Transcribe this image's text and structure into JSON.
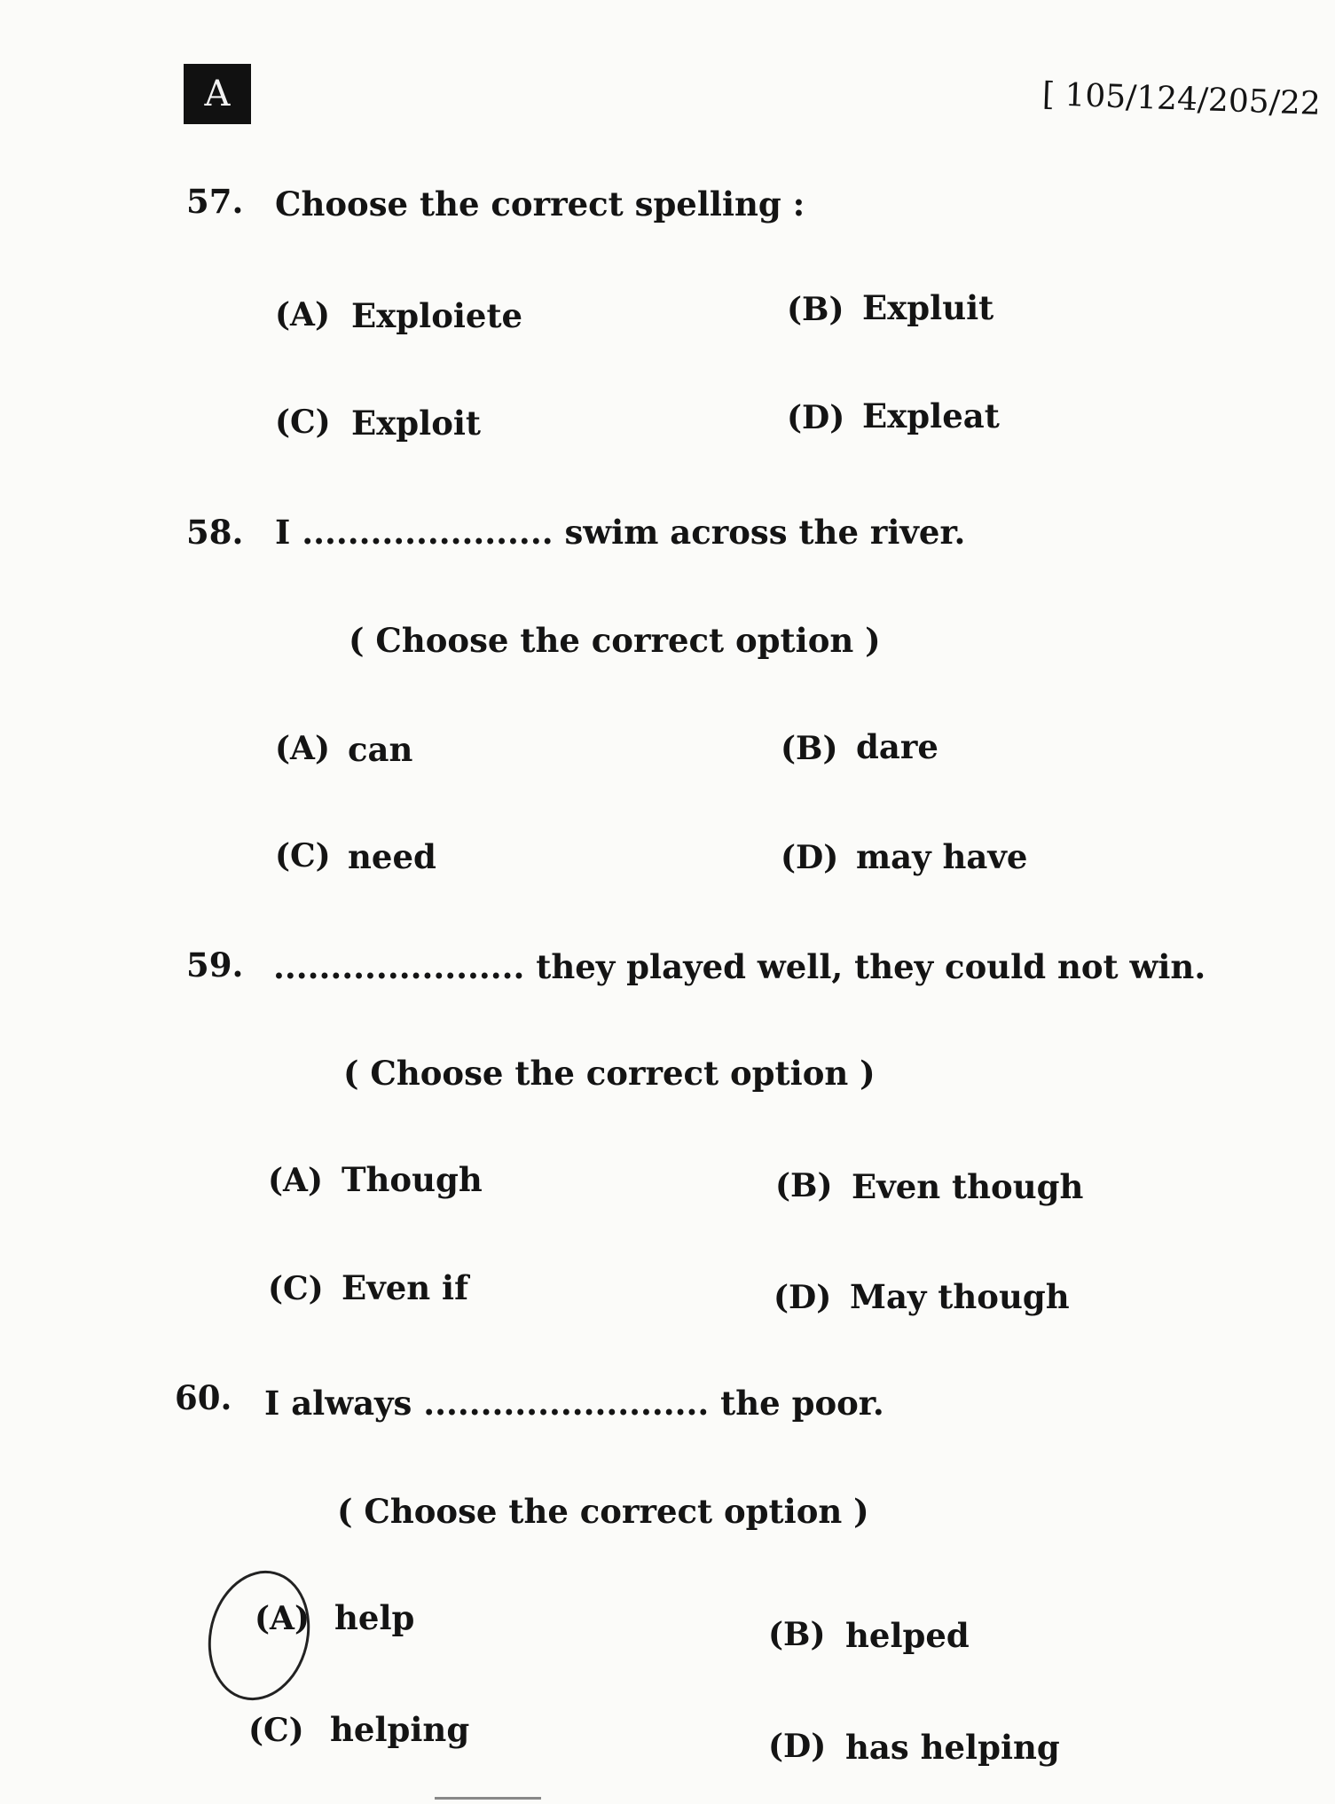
{
  "header": {
    "badge": "A",
    "code": "[ 105/124/205/22"
  },
  "questions": [
    {
      "number": "57.",
      "text": "Choose the correct spelling :",
      "instruction": "",
      "options": [
        {
          "letter": "(A)",
          "text": "Exploiete"
        },
        {
          "letter": "(B)",
          "text": "Expluit"
        },
        {
          "letter": "(C)",
          "text": "Exploit"
        },
        {
          "letter": "(D)",
          "text": "Expleat"
        }
      ]
    },
    {
      "number": "58.",
      "text": "I ...................... swim across the river.",
      "instruction": "( Choose the correct option )",
      "options": [
        {
          "letter": "(A)",
          "text": "can"
        },
        {
          "letter": "(B)",
          "text": "dare"
        },
        {
          "letter": "(C)",
          "text": "need"
        },
        {
          "letter": "(D)",
          "text": "may have"
        }
      ]
    },
    {
      "number": "59.",
      "text": "...................... they played well, they could not win.",
      "instruction": "( Choose the correct option )",
      "options": [
        {
          "letter": "(A)",
          "text": "Though"
        },
        {
          "letter": "(B)",
          "text": "Even though"
        },
        {
          "letter": "(C)",
          "text": "Even if"
        },
        {
          "letter": "(D)",
          "text": "May though"
        }
      ]
    },
    {
      "number": "60.",
      "text": "I always ......................... the poor.",
      "instruction": "( Choose the correct option )",
      "options": [
        {
          "letter": "(A)",
          "text": "help"
        },
        {
          "letter": "(B)",
          "text": "helped"
        },
        {
          "letter": "(C)",
          "text": "helping"
        },
        {
          "letter": "(D)",
          "text": "has helping"
        }
      ]
    }
  ]
}
